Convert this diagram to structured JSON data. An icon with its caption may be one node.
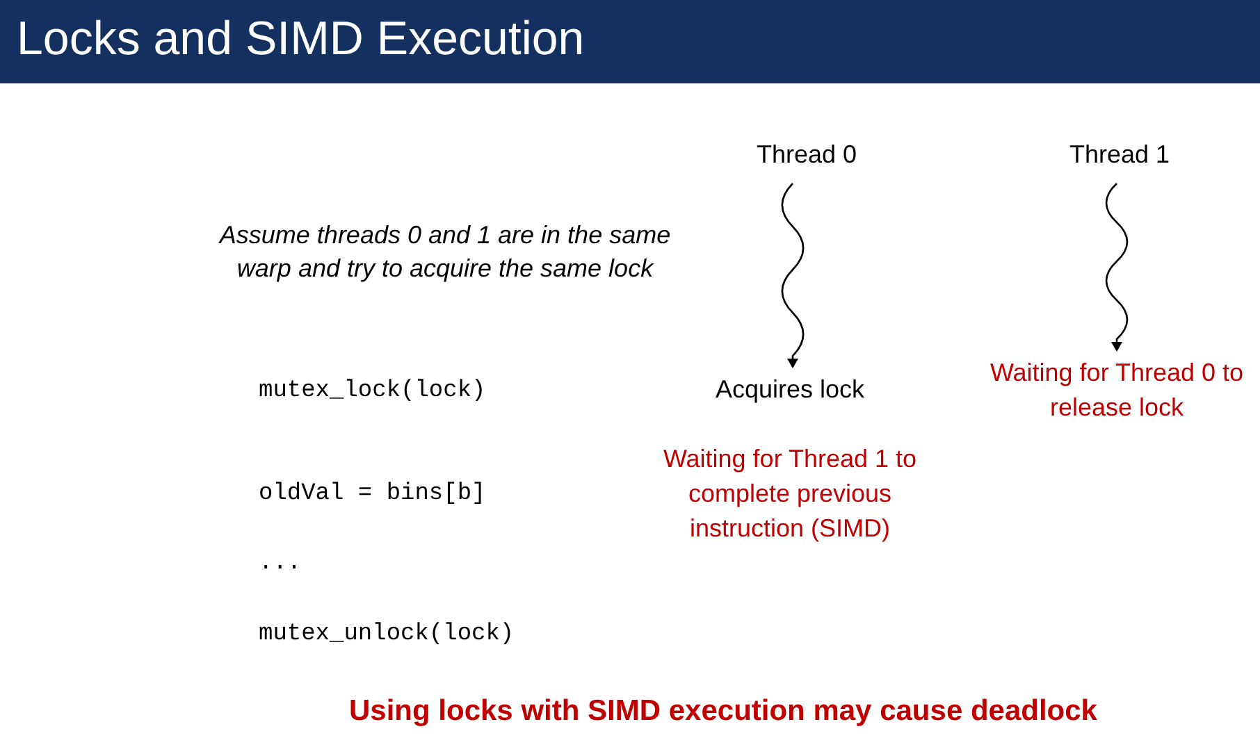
{
  "diagram": {
    "title": "Locks and SIMD Execution",
    "nodes": [
      {
        "text": [
          "Thread 0"
        ]
      },
      {
        "text": [
          "Thread 1"
        ]
      },
      {
        "text": [
          "Acquires lock"
        ]
      },
      {
        "text": [
          "Waiting for Thread 0 to release lock"
        ]
      },
      {
        "text": [
          "Waiting for Thread 1 to complete previous instruction (SIMD)"
        ]
      }
    ],
    "edges": [
      {
        "from": 0,
        "to": 2,
        "arrow": "to"
      },
      {
        "from": 1,
        "to": 3,
        "arrow": "to"
      }
    ],
    "labels": [
      "Assume threads 0 and 1 are in the same warp and try to acquire the same lock",
      "mutex_lock(lock)",
      "oldVal = bins[b]",
      "...",
      "mutex_unlock(lock)",
      "Using locks with SIMD execution may cause deadlock"
    ]
  }
}
